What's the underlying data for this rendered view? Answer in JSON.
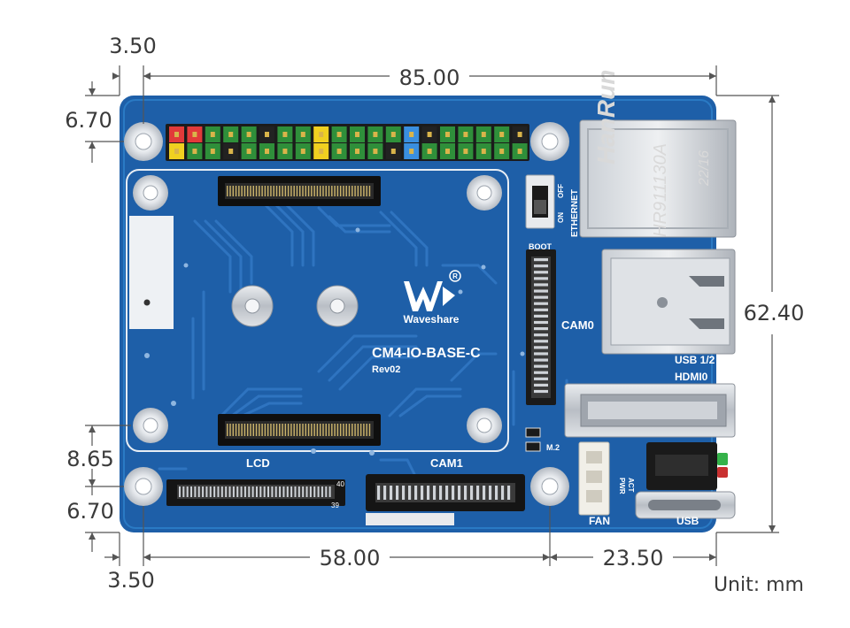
{
  "dimensions": {
    "top_left_offset": "3.50",
    "board_width": "85.00",
    "left_top_offset": "6.70",
    "board_height": "62.40",
    "left_lower_spacing": "8.65",
    "left_bottom_offset": "6.70",
    "bottom_left_offset": "3.50",
    "bottom_hole_spacing": "58.00",
    "bottom_right_offset": "23.50",
    "unit_label": "Unit: mm"
  },
  "board": {
    "logo_text": "Waveshare",
    "model": "CM4-IO-BASE-C",
    "revision": "Rev02",
    "cam0_label": "CAM0",
    "cam1_label": "CAM1",
    "lcd_label": "LCD",
    "boot_label": "BOOT",
    "ethernet_label": "ETHERNET",
    "switch_on": "ON",
    "switch_off": "OFF",
    "usb12_label": "USB 1/2",
    "hdmi0_label": "HDMI0",
    "m2_label": "M.2",
    "pwr_label": "PWR",
    "act_label": "ACT",
    "fan_label": "FAN",
    "usb_label": "USB",
    "rj45_brand": "HanRun",
    "rj45_part": "HR911130A",
    "rj45_date": "22/16",
    "lcd_pin_start": "40",
    "lcd_pin_end": "39"
  },
  "colors": {
    "pcb_blue": "#1e5fa8",
    "pcb_edge": "#2a7ac4",
    "trace_blue": "#2f74c0",
    "pad_silver": "#c8ccd2",
    "dim_line": "#555555"
  },
  "gpio_header": {
    "columns": 20,
    "top_row_colors": [
      "#e23a3a",
      "#e23a3a",
      "#2f8f3a",
      "#2f8f3a",
      "#2f8f3a",
      "#222222",
      "#2f8f3a",
      "#2f8f3a",
      "#f0d020",
      "#2f8f3a",
      "#2f8f3a",
      "#2f8f3a",
      "#2f8f3a",
      "#3a8fe0",
      "#222222",
      "#2f8f3a",
      "#2f8f3a",
      "#2f8f3a",
      "#2f8f3a",
      "#222222"
    ],
    "bottom_row_colors": [
      "#f0d020",
      "#2f8f3a",
      "#2f8f3a",
      "#222222",
      "#2f8f3a",
      "#2f8f3a",
      "#2f8f3a",
      "#2f8f3a",
      "#f0d020",
      "#2f8f3a",
      "#2f8f3a",
      "#2f8f3a",
      "#222222",
      "#3a8fe0",
      "#2f8f3a",
      "#2f8f3a",
      "#2f8f3a",
      "#2f8f3a",
      "#2f8f3a",
      "#2f8f3a"
    ]
  }
}
